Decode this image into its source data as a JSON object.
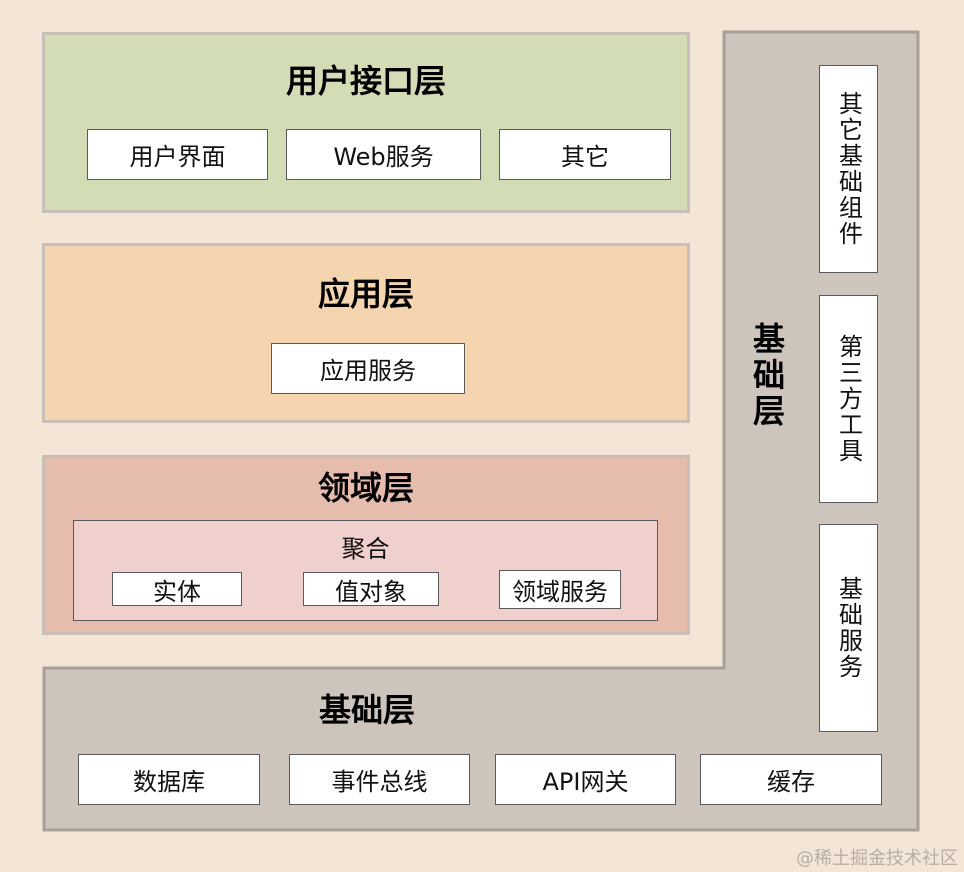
{
  "ui_layer": {
    "title": "用户接口层",
    "items": [
      "用户界面",
      "Web服务",
      "其它"
    ]
  },
  "app_layer": {
    "title": "应用层",
    "items": [
      "应用服务"
    ]
  },
  "domain_layer": {
    "title": "领域层",
    "aggregate": {
      "label": "聚合",
      "items": [
        "实体",
        "值对象",
        "领域服务"
      ]
    }
  },
  "infra_layer": {
    "title": "基础层",
    "vertical_title": "基础层",
    "items": [
      "数据库",
      "事件总线",
      "API网关",
      "缓存"
    ],
    "side_items": [
      "其它基础组件",
      "第三方工具",
      "基础服务"
    ]
  },
  "watermark": "@稀土掘金技术社区",
  "colors": {
    "background": "#f4e6d7",
    "ui_layer": "#d2ddb6",
    "app_layer": "#f5d4b0",
    "domain_layer": "#e6bcad",
    "aggregate": "#f0d0cc",
    "infra_layer": "#cdc4bb"
  }
}
